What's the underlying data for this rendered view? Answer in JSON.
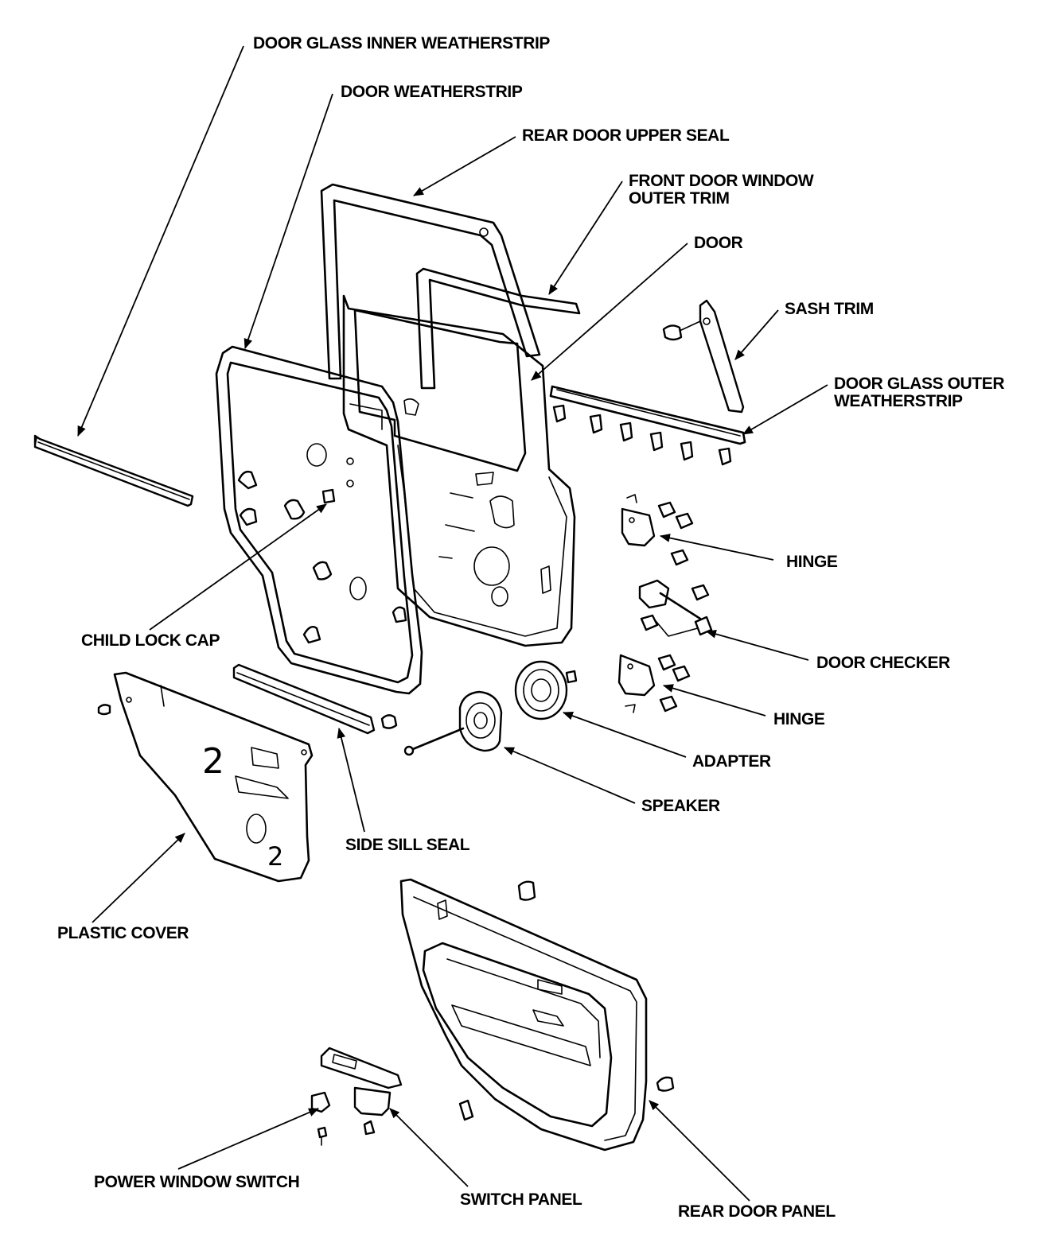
{
  "labels": {
    "door_glass_inner_weatherstrip": "DOOR GLASS INNER WEATHERSTRIP",
    "door_weatherstrip": "DOOR WEATHERSTRIP",
    "rear_door_upper_seal": "REAR DOOR UPPER SEAL",
    "front_door_window_outer_trim_1": "FRONT DOOR WINDOW",
    "front_door_window_outer_trim_2": "OUTER TRIM",
    "door": "DOOR",
    "sash_trim": "SASH TRIM",
    "door_glass_outer_weatherstrip_1": "DOOR GLASS OUTER",
    "door_glass_outer_weatherstrip_2": "WEATHERSTRIP",
    "hinge_upper": "HINGE",
    "door_checker": "DOOR CHECKER",
    "hinge_lower": "HINGE",
    "adapter": "ADAPTER",
    "speaker": "SPEAKER",
    "child_lock_cap": "CHILD LOCK CAP",
    "side_sill_seal": "SIDE SILL SEAL",
    "plastic_cover": "PLASTIC COVER",
    "power_window_switch": "POWER WINDOW SWITCH",
    "switch_panel": "SWITCH PANEL",
    "rear_door_panel": "REAR DOOR PANEL"
  },
  "handwritten_marks": [
    "2",
    "2"
  ]
}
